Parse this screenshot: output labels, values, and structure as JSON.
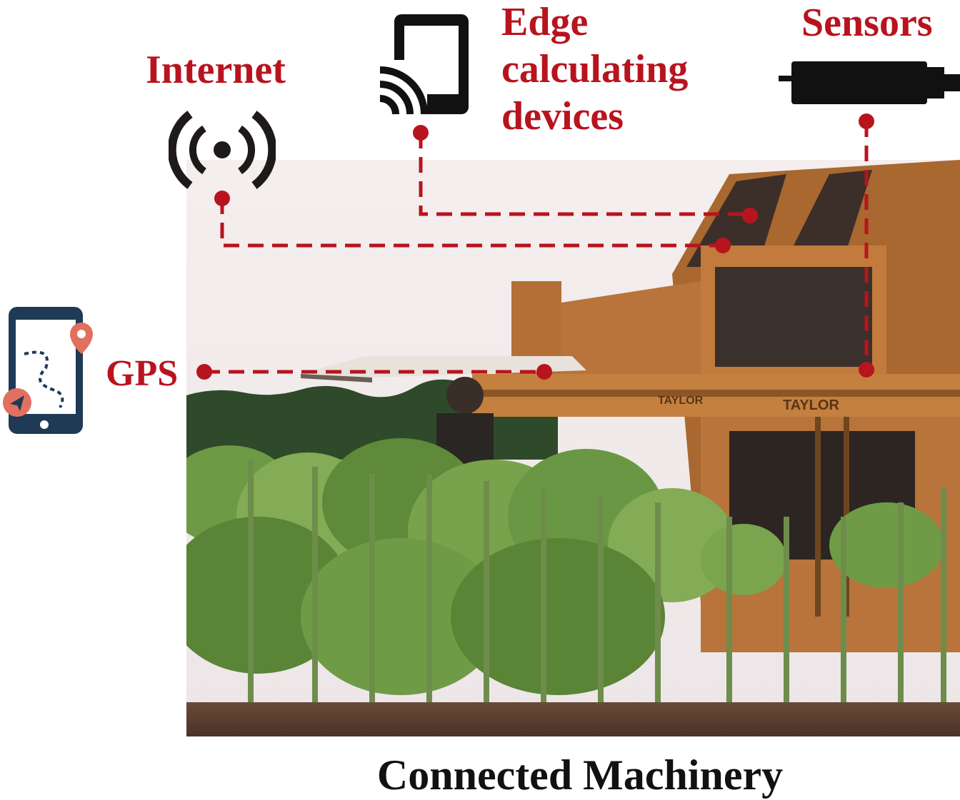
{
  "labels": {
    "internet": "Internet",
    "edge_line1": "Edge",
    "edge_line2": "calculating",
    "edge_line3": "devices",
    "sensors": "Sensors",
    "gps": "GPS"
  },
  "caption": "Connected Machinery",
  "icons": {
    "internet": "wireless-signal-icon",
    "edge": "tablet-wifi-icon",
    "sensors": "sensor-probe-icon",
    "gps": "phone-map-navigation-icon"
  },
  "colors": {
    "accent": "#b8141e",
    "icon_dark": "#1f1a1a",
    "machine": "#b8743a",
    "foliage": "#5f8a3a",
    "gps_pin": "#e2705e",
    "phone": "#1e3a55"
  }
}
